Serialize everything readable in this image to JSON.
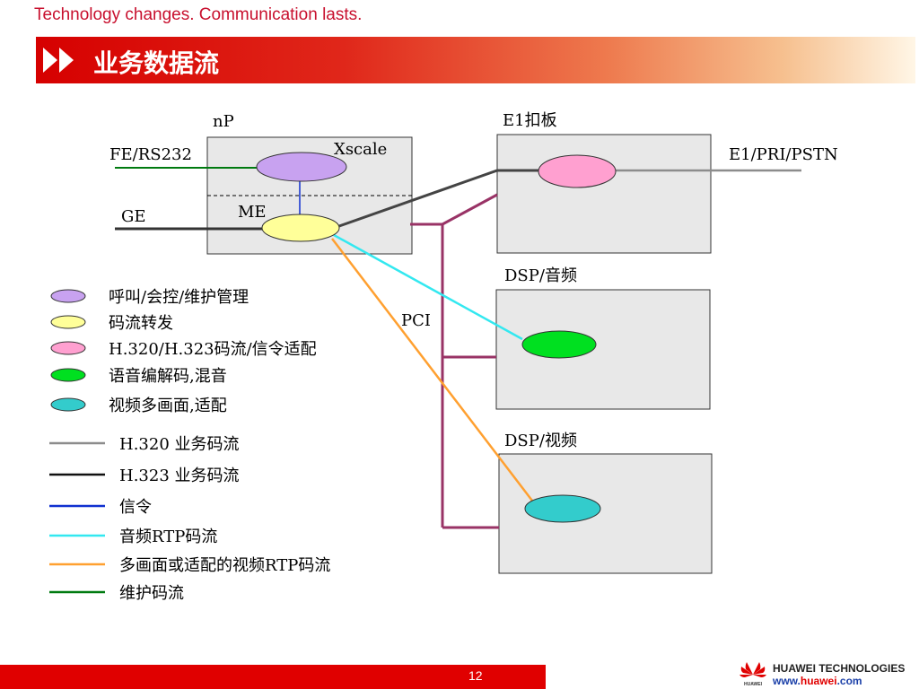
{
  "header": {
    "tagline": "Technology changes. Communication lasts.",
    "title": "业务数据流"
  },
  "diagram": {
    "labels": {
      "np": "nP",
      "xscale": "Xscale",
      "me": "ME",
      "fe": "FE/RS232",
      "ge": "GE",
      "e1_board": "E1扣板",
      "e1_link": "E1/PRI/PSTN",
      "dsp_audio": "DSP/音频",
      "dsp_video": "DSP/视频",
      "pci": "PCI"
    },
    "colors": {
      "xscale": "#c8a2f0",
      "me": "#ffff99",
      "e1": "#ffa0d0",
      "dsp_audio": "#00e020",
      "dsp_video": "#33cccc",
      "pci_bus": "#993366",
      "h320": "#8c8c8c",
      "h323": "#333333",
      "signaling": "#1030d0",
      "audio_rtp": "#33e8f0",
      "multi_rtp": "#ffa030",
      "maintenance": "#007a10",
      "box_fill": "#e8e8e8"
    }
  },
  "legend": {
    "functions": [
      {
        "label": "呼叫/会控/维护管理",
        "color": "#c8a2f0"
      },
      {
        "label": "码流转发",
        "color": "#ffff99"
      },
      {
        "label": "H.320/H.323码流/信令适配",
        "color": "#ffa0d0"
      },
      {
        "label": "语音编解码,混音",
        "color": "#00e020"
      },
      {
        "label": "视频多画面,适配",
        "color": "#33cccc"
      }
    ],
    "streams": [
      {
        "label": "H.320 业务码流",
        "color": "#8c8c8c"
      },
      {
        "label": "H.323 业务码流",
        "color": "#111111"
      },
      {
        "label": "信令",
        "color": "#1030d0"
      },
      {
        "label": "音频RTP码流",
        "color": "#33e8f0"
      },
      {
        "label": "多画面或适配的视频RTP码流",
        "color": "#ffa030"
      },
      {
        "label": "维护码流",
        "color": "#007a10"
      }
    ]
  },
  "footer": {
    "page_number": "12",
    "company": "HUAWEI TECHNOLOGIES",
    "website_prefix": "www.",
    "website_brand": "huawei",
    "website_suffix": ".com",
    "logo_text": "HUAWEI"
  }
}
